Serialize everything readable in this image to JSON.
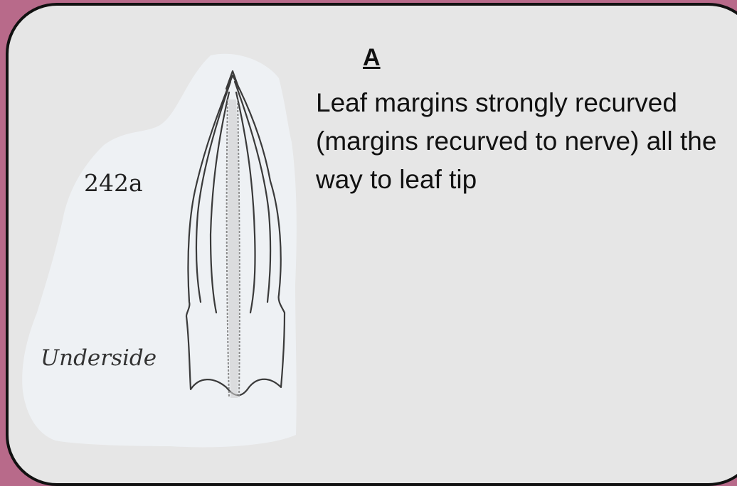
{
  "colors": {
    "frame_background": "#b86a8a",
    "card_background": "#e6e6e6",
    "illustration_background": "#eef1f4",
    "card_border": "#111111"
  },
  "illustration": {
    "specimen_id": "242a",
    "view_label": "Underside",
    "icon": "moss-leaf-drawing"
  },
  "key_option": {
    "letter": "A",
    "description": "Leaf margins strongly recurved (margins recurved to nerve) all the way to leaf tip"
  }
}
